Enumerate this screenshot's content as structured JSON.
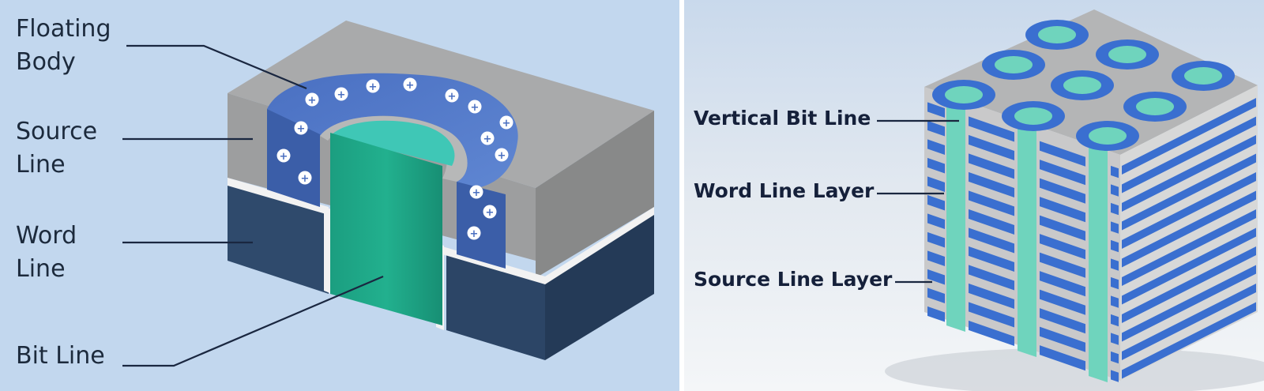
{
  "left_panel": {
    "labels": {
      "floating_body": [
        "Floating",
        "Body"
      ],
      "source_line": [
        "Source",
        "Line"
      ],
      "word_line": [
        "Word",
        "Line"
      ],
      "bit_line": "Bit Line"
    },
    "colors": {
      "background": "#c2d7ee",
      "gray_block": "#a8a9a9",
      "floating_body": "#4f74c4",
      "bit_line": "#1fa886",
      "word_line": "#2f4a6c"
    }
  },
  "right_panel": {
    "labels": {
      "vertical_bit_line": "Vertical Bit Line",
      "word_line_layer": "Word Line Layer",
      "source_line_layer": "Source Line Layer"
    },
    "colors": {
      "background": "#e9eef3",
      "blue_layer": "#3a6fd0",
      "teal_pillar": "#6fd4bd"
    }
  }
}
